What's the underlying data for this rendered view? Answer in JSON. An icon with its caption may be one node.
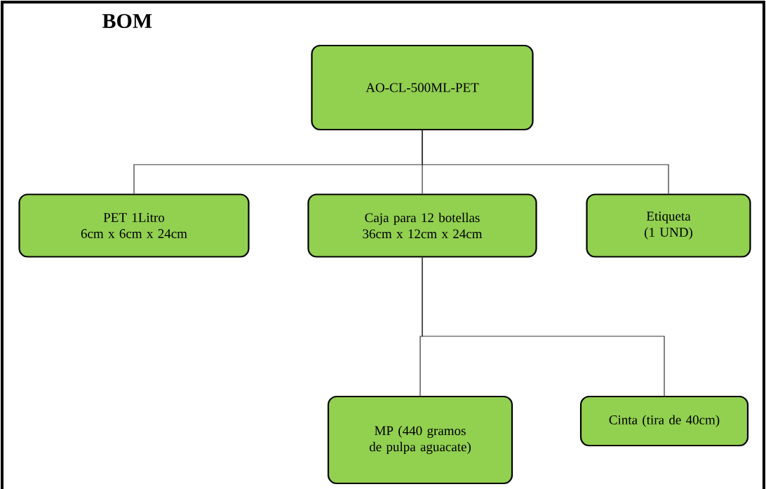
{
  "diagram": {
    "title": "BOM",
    "nodes": [
      {
        "text": [
          "AO-CL-500ML-PET"
        ]
      },
      {
        "text": [
          "PET 1Litro",
          "6cm x 6cm x 24cm"
        ]
      },
      {
        "text": [
          "Caja para 12 botellas",
          "36cm x 12cm x 24cm"
        ]
      },
      {
        "text": [
          "Etiqueta",
          "(1 UND)"
        ]
      },
      {
        "text": [
          "MP (440 gramos de pulpa aguacate)"
        ]
      },
      {
        "text": [
          "Cinta (tira de 40cm)"
        ]
      }
    ],
    "edges": [
      {
        "from": 0,
        "to": 1,
        "arrow": "none"
      },
      {
        "from": 0,
        "to": 2,
        "arrow": "none"
      },
      {
        "from": 0,
        "to": 3,
        "arrow": "none"
      },
      {
        "from": 2,
        "to": 4,
        "arrow": "none"
      },
      {
        "from": 2,
        "to": 5,
        "arrow": "none"
      }
    ]
  }
}
